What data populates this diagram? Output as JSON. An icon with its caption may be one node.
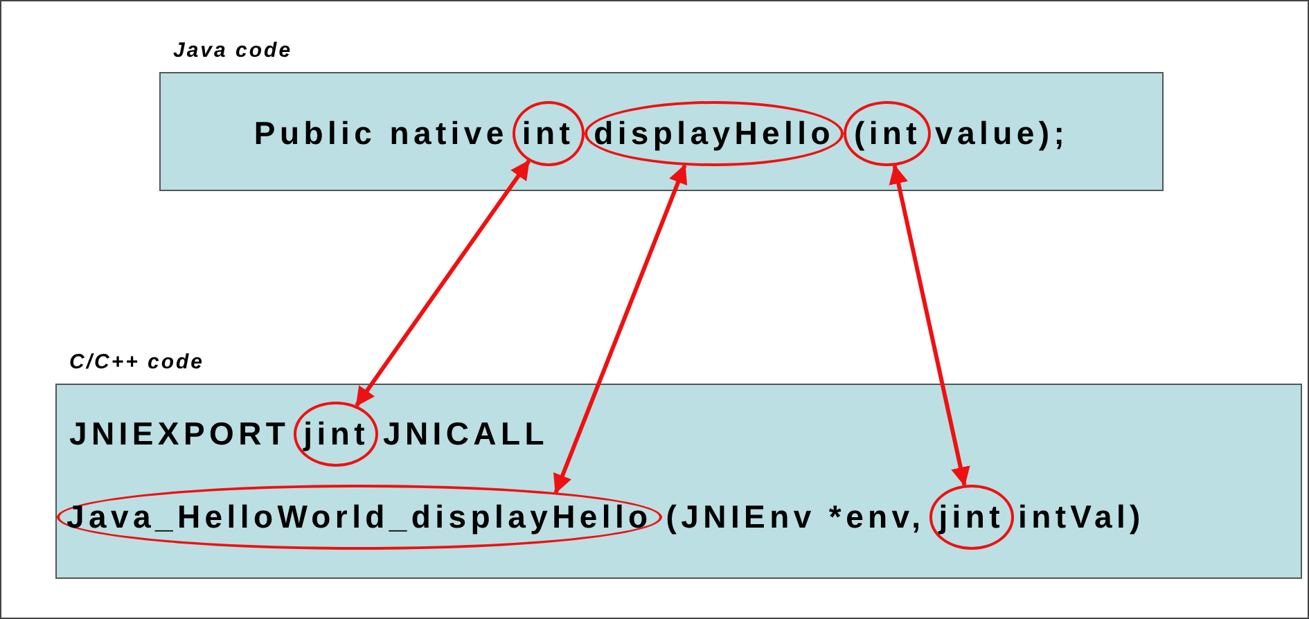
{
  "diagram": {
    "nodes": [
      {
        "text": [
          "Java code"
        ]
      },
      {
        "text": [
          "int"
        ],
        "in": 0
      },
      {
        "text": [
          "displayHello"
        ],
        "in": 0
      },
      {
        "text": [
          "(int"
        ],
        "in": 0
      },
      {
        "text": [
          "C/C++ code"
        ]
      },
      {
        "text": [
          "jint"
        ],
        "in": 4
      },
      {
        "text": [
          "Java_HelloWorld_displayHello"
        ],
        "in": 4
      },
      {
        "text": [
          "jint"
        ],
        "in": 4
      }
    ],
    "edges": [
      {
        "from": 1,
        "to": 5,
        "arrow": "both"
      },
      {
        "from": 2,
        "to": 6,
        "arrow": "both"
      },
      {
        "from": 3,
        "to": 7,
        "arrow": "both"
      }
    ],
    "labels": [
      "Public native",
      "value);",
      "JNIEXPORT",
      "JNICALL",
      "(JNIEnv *env,",
      "intVal)"
    ]
  }
}
